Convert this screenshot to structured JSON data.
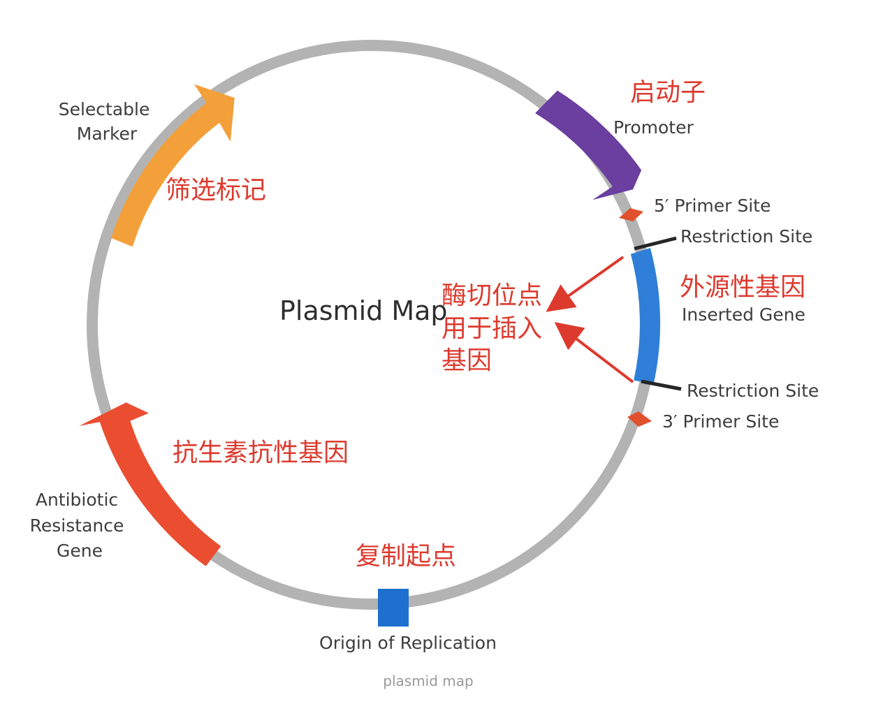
{
  "title": "Plasmid Map",
  "caption": "plasmid map",
  "colors": {
    "ring": "#b3b3b3",
    "selectable_marker": "#f3a03a",
    "promoter": "#6a3fa0",
    "primer_site": "#e0502d",
    "restriction_site": "#262626",
    "inserted_gene": "#2f7fd8",
    "antibiotic_resistance": "#ea4d30",
    "origin": "#1f6fcf",
    "annotation": "#dd3a2e",
    "label": "#3d3d3d"
  },
  "labels": {
    "selectable_marker": [
      "Selectable",
      "Marker"
    ],
    "promoter": "Promoter",
    "primer_5": "5′ Primer Site",
    "restriction_top": "Restriction Site",
    "inserted_gene": "Inserted Gene",
    "restriction_bottom": "Restriction Site",
    "primer_3": "3′ Primer Site",
    "antibiotic_resistance": [
      "Antibiotic",
      "Resistance",
      "Gene"
    ],
    "origin": "Origin of Replication"
  },
  "annotations": {
    "promoter_zh": "启动子",
    "selectable_marker_zh": "筛选标记",
    "inserted_gene_zh": "外源性基因",
    "restriction_zh": [
      "酶切位点",
      "用于插入",
      "基因"
    ],
    "antibiotic_zh": "抗生素抗性基因",
    "origin_zh": "复制起点"
  }
}
